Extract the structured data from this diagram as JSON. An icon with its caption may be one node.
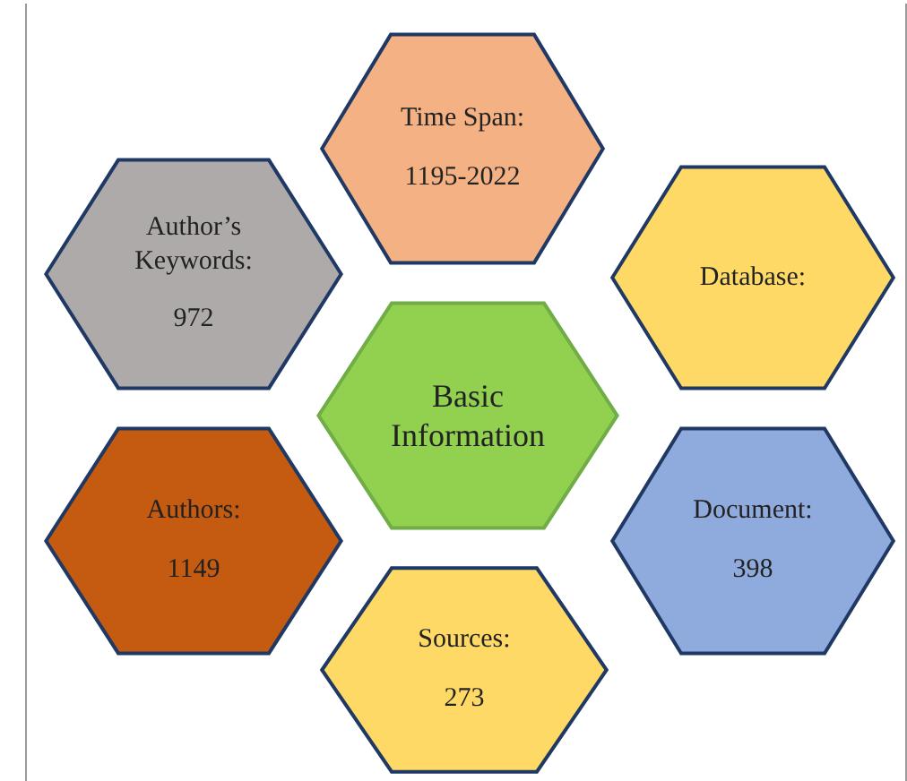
{
  "diagram": {
    "nodes": [
      {
        "text": [
          "Time Span:",
          "1195-2022"
        ]
      },
      {
        "text": [
          "Author’s Keywords:",
          "972"
        ]
      },
      {
        "text": [
          "Database:"
        ]
      },
      {
        "text": [
          "Basic Information"
        ]
      },
      {
        "text": [
          "Authors:",
          "1149"
        ]
      },
      {
        "text": [
          "Document:",
          "398"
        ]
      },
      {
        "text": [
          "Sources:",
          "273"
        ]
      }
    ]
  }
}
